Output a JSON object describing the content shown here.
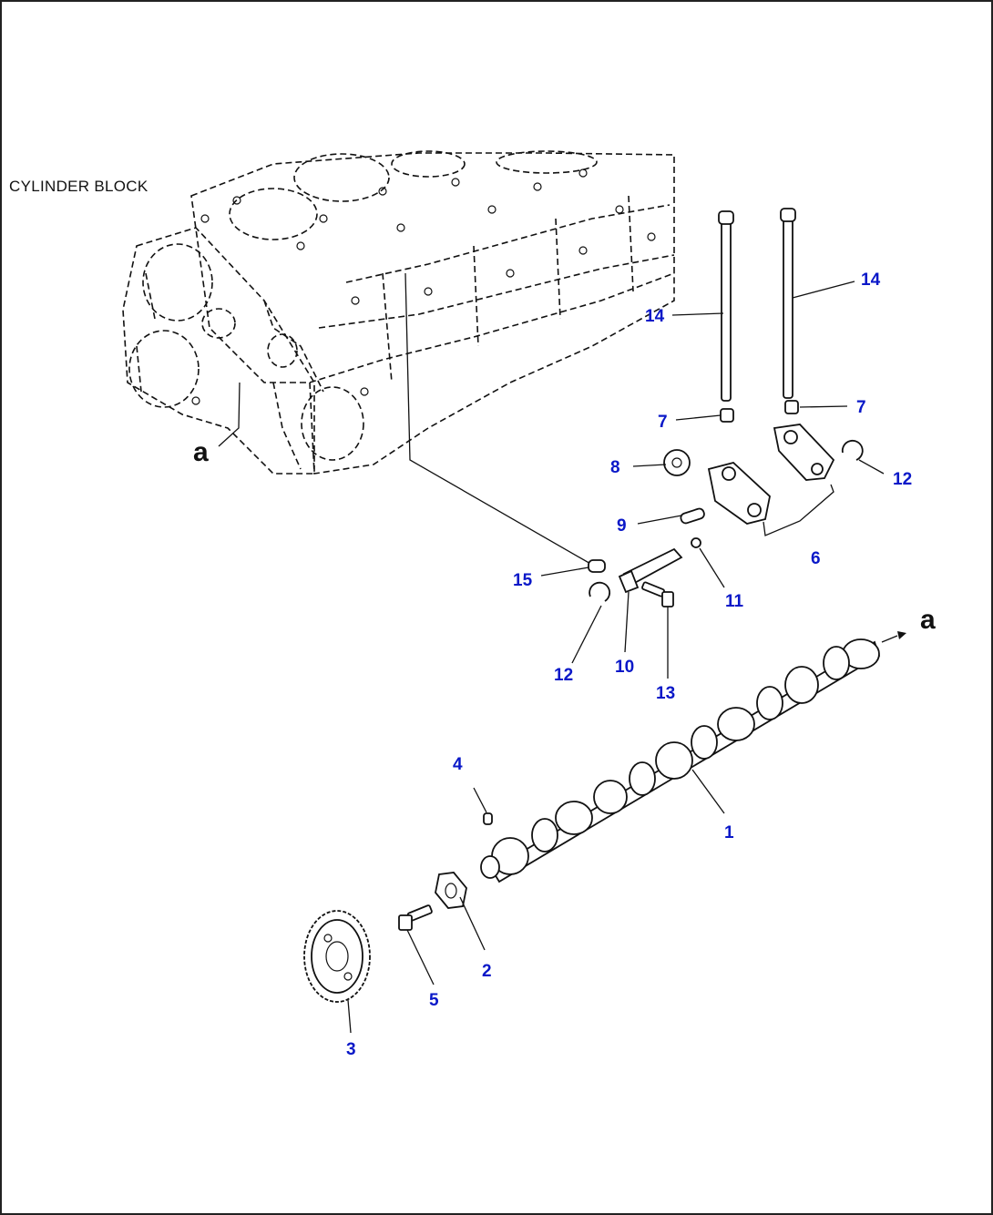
{
  "diagram": {
    "block_label": "CYLINDER BLOCK",
    "ref_letter_left": "a",
    "ref_letter_right": "a",
    "callouts": {
      "c1": "1",
      "c2": "2",
      "c3": "3",
      "c4": "4",
      "c5": "5",
      "c6": "6",
      "c7a": "7",
      "c7b": "7",
      "c8": "8",
      "c9": "9",
      "c10": "10",
      "c11": "11",
      "c12a": "12",
      "c12b": "12",
      "c13": "13",
      "c14a": "14",
      "c14b": "14",
      "c15": "15"
    },
    "colors": {
      "callout": "#0a18c8",
      "line": "#111111"
    }
  }
}
